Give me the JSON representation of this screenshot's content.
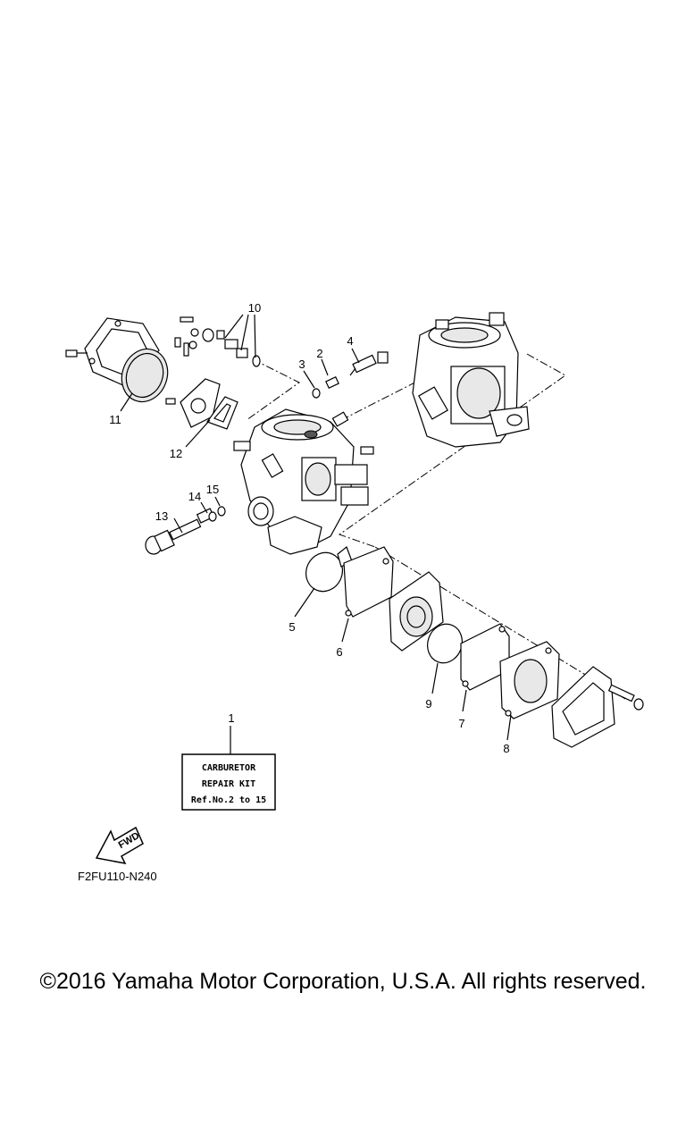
{
  "callouts": {
    "c1": "1",
    "c2": "2",
    "c3": "3",
    "c4": "4",
    "c5": "5",
    "c6": "6",
    "c7": "7",
    "c8": "8",
    "c9": "9",
    "c10": "10",
    "c11": "11",
    "c12": "12",
    "c13": "13",
    "c14": "14",
    "c15": "15"
  },
  "repair_kit_box": {
    "line1": "CARBURETOR",
    "line2": "REPAIR KIT",
    "line3": "Ref.No.2 to 15"
  },
  "fwd_arrow": {
    "label": "FWD",
    "icon": "forward-arrow-icon"
  },
  "diagram_code": "F2FU110-N240",
  "copyright": "©2016 Yamaha Motor Corporation, U.S.A. All rights reserved."
}
